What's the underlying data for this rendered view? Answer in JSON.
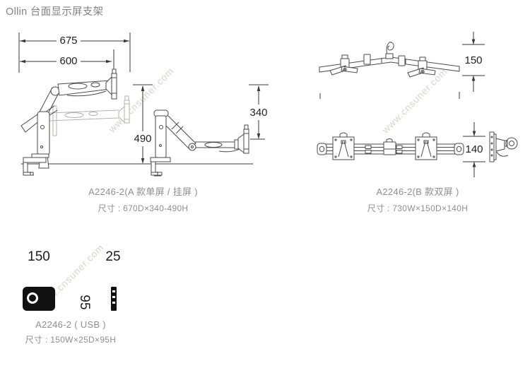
{
  "page_title": "Ollin 台面显示屏支架",
  "watermark": {
    "text": "www.cnsuner.com",
    "color": "#d7d3cd"
  },
  "colors": {
    "line": "#4a4a4a",
    "ghost_line": "#b3b1ae",
    "dim_text": "#1f1f1f",
    "caption": "#8f8f8f",
    "black_fill": "#111111"
  },
  "diagram_a": {
    "dims": {
      "width_full": "675",
      "width": "600",
      "height_max": "490",
      "height_min": "340"
    },
    "caption": "A2246-2(A 款单屏 / 挂屏 )",
    "size_label": "尺寸 : 670D×340-490H"
  },
  "diagram_b": {
    "dims": {
      "width": "730",
      "depth": "150",
      "height": "140"
    },
    "caption": "A2246-2(B 款双屏 )",
    "size_label": "尺寸 : 730W×150D×140H"
  },
  "diagram_usb": {
    "dims": {
      "width": "150",
      "depth": "25",
      "height": "95"
    },
    "caption": "A2246-2 ( USB )",
    "size_label": "尺寸 : 150W×25D×95H"
  }
}
